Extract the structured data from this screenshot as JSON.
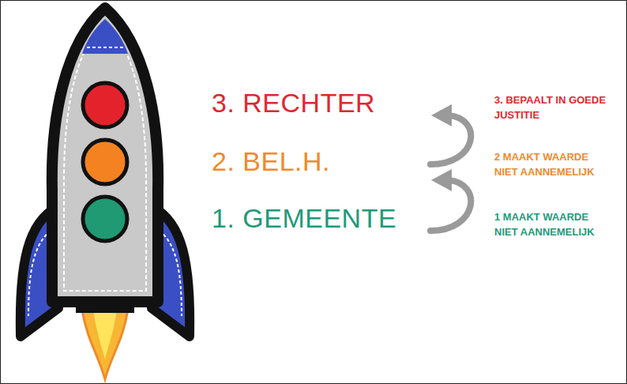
{
  "diagram": {
    "labels": [
      "3. RECHTER",
      "3. BEPAALT IN GOEDE JUSTITIE",
      "2. BEL.H.",
      "2 MAAKT WAARDE NIET AANNEMELIJK",
      "1. GEMEENTE",
      "1 MAAKT WAARDE NIET AANNEMELIJK"
    ]
  }
}
